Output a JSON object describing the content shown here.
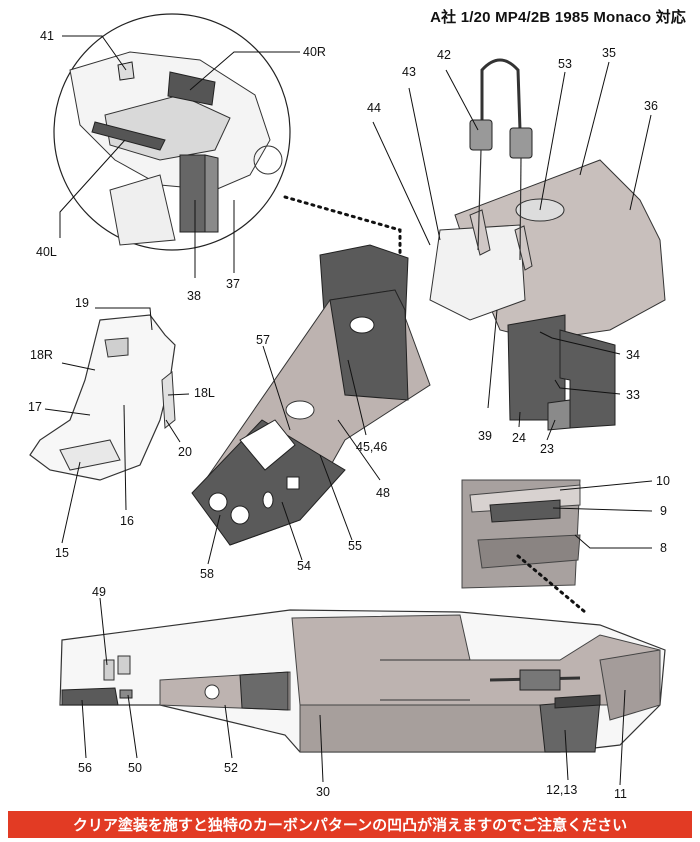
{
  "header": {
    "title": "A社 1/20 MP4/2B 1985 Monaco 対応"
  },
  "labels": {
    "p41": "41",
    "p40R": "40R",
    "p40L": "40L",
    "p38": "38",
    "p37": "37",
    "p42": "42",
    "p43": "43",
    "p44": "44",
    "p53": "53",
    "p35": "35",
    "p36": "36",
    "p19": "19",
    "p18R": "18R",
    "p18L": "18L",
    "p17": "17",
    "p20": "20",
    "p16": "16",
    "p15": "15",
    "p57": "57",
    "p45_46": "45,46",
    "p48": "48",
    "p55": "55",
    "p54": "54",
    "p58": "58",
    "p39": "39",
    "p24": "24",
    "p23": "23",
    "p34": "34",
    "p33": "33",
    "p10": "10",
    "p9": "9",
    "p8": "8",
    "p49": "49",
    "p56": "56",
    "p50": "50",
    "p52": "52",
    "p30": "30",
    "p12_13": "12,13",
    "p11": "11"
  },
  "footer": {
    "warning": "クリア塗装を施すと独特のカーボンパターンの凹凸が消えますのでご注意ください"
  },
  "colors": {
    "warning_bg": "#e23b24",
    "decal_dark": "#555555",
    "decal_light": "#bdb3b0",
    "line": "#1a1a1a"
  }
}
